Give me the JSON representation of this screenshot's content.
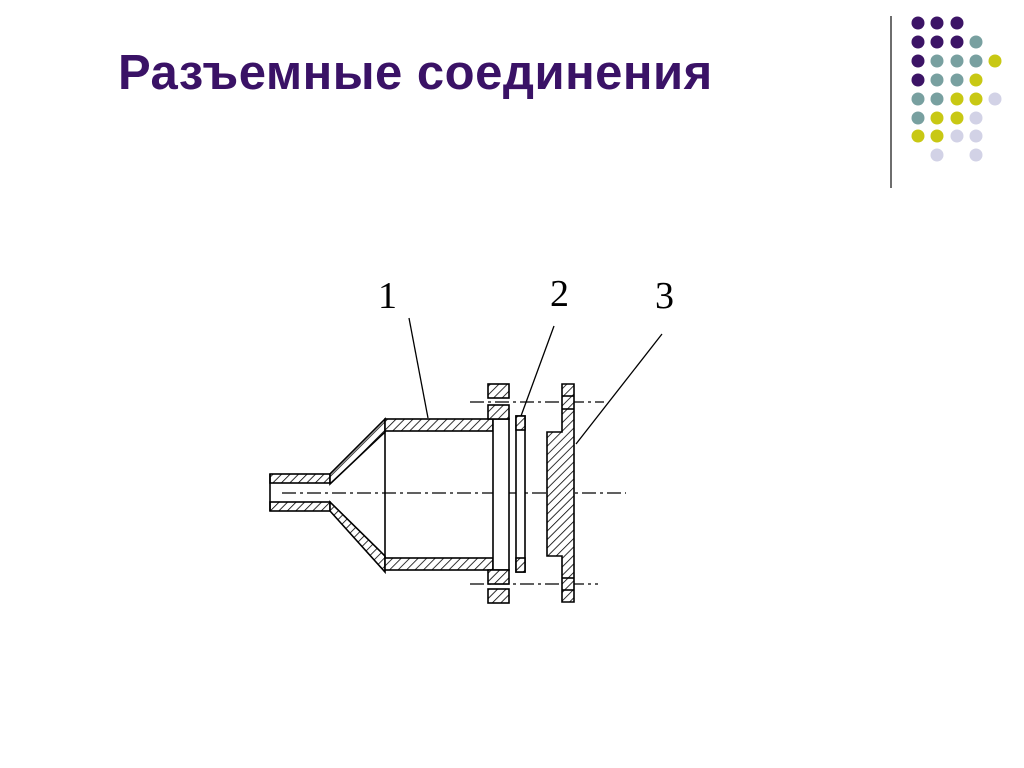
{
  "slide": {
    "title": "Разъемные соединения"
  },
  "theme": {
    "title_color": "#3a1266",
    "dot_colors": {
      "purple": "#3c1466",
      "teal": "#78a0a0",
      "yellow": "#c8c814",
      "lavender": "#d2d2e6"
    }
  },
  "diagram": {
    "labels": [
      "1",
      "2",
      "3"
    ]
  }
}
